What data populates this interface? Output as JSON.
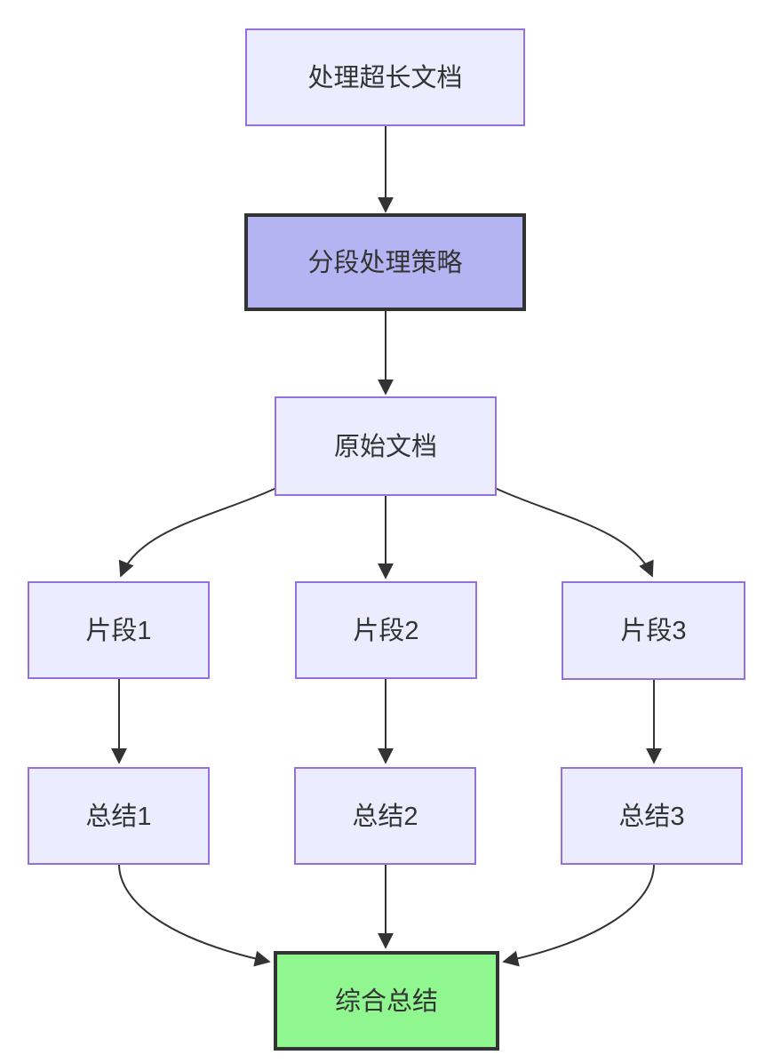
{
  "diagram": {
    "type": "flowchart",
    "direction": "top-down",
    "nodes": [
      {
        "id": "A",
        "label": "处理超长文档",
        "style": "default"
      },
      {
        "id": "B",
        "label": "分段处理策略",
        "style": "highlight"
      },
      {
        "id": "C",
        "label": "原始文档",
        "style": "default"
      },
      {
        "id": "D1",
        "label": "片段1",
        "style": "default"
      },
      {
        "id": "D2",
        "label": "片段2",
        "style": "default"
      },
      {
        "id": "D3",
        "label": "片段3",
        "style": "default"
      },
      {
        "id": "E1",
        "label": "总结1",
        "style": "default"
      },
      {
        "id": "E2",
        "label": "总结2",
        "style": "default"
      },
      {
        "id": "E3",
        "label": "总结3",
        "style": "default"
      },
      {
        "id": "F",
        "label": "综合总结",
        "style": "success"
      }
    ],
    "edges": [
      {
        "from": "A",
        "to": "B"
      },
      {
        "from": "B",
        "to": "C"
      },
      {
        "from": "C",
        "to": "D1"
      },
      {
        "from": "C",
        "to": "D2"
      },
      {
        "from": "C",
        "to": "D3"
      },
      {
        "from": "D1",
        "to": "E1"
      },
      {
        "from": "D2",
        "to": "E2"
      },
      {
        "from": "D3",
        "to": "E3"
      },
      {
        "from": "E1",
        "to": "F"
      },
      {
        "from": "E2",
        "to": "F"
      },
      {
        "from": "E3",
        "to": "F"
      }
    ],
    "colors": {
      "node_fill": "#ECECFF",
      "node_border": "#9370DB",
      "highlight_fill": "#B4B4F2",
      "highlight_border": "#333333",
      "success_fill": "#90F790",
      "success_border": "#333333",
      "edge_color": "#333333",
      "text_color": "#333333",
      "background": "#ffffff"
    }
  }
}
